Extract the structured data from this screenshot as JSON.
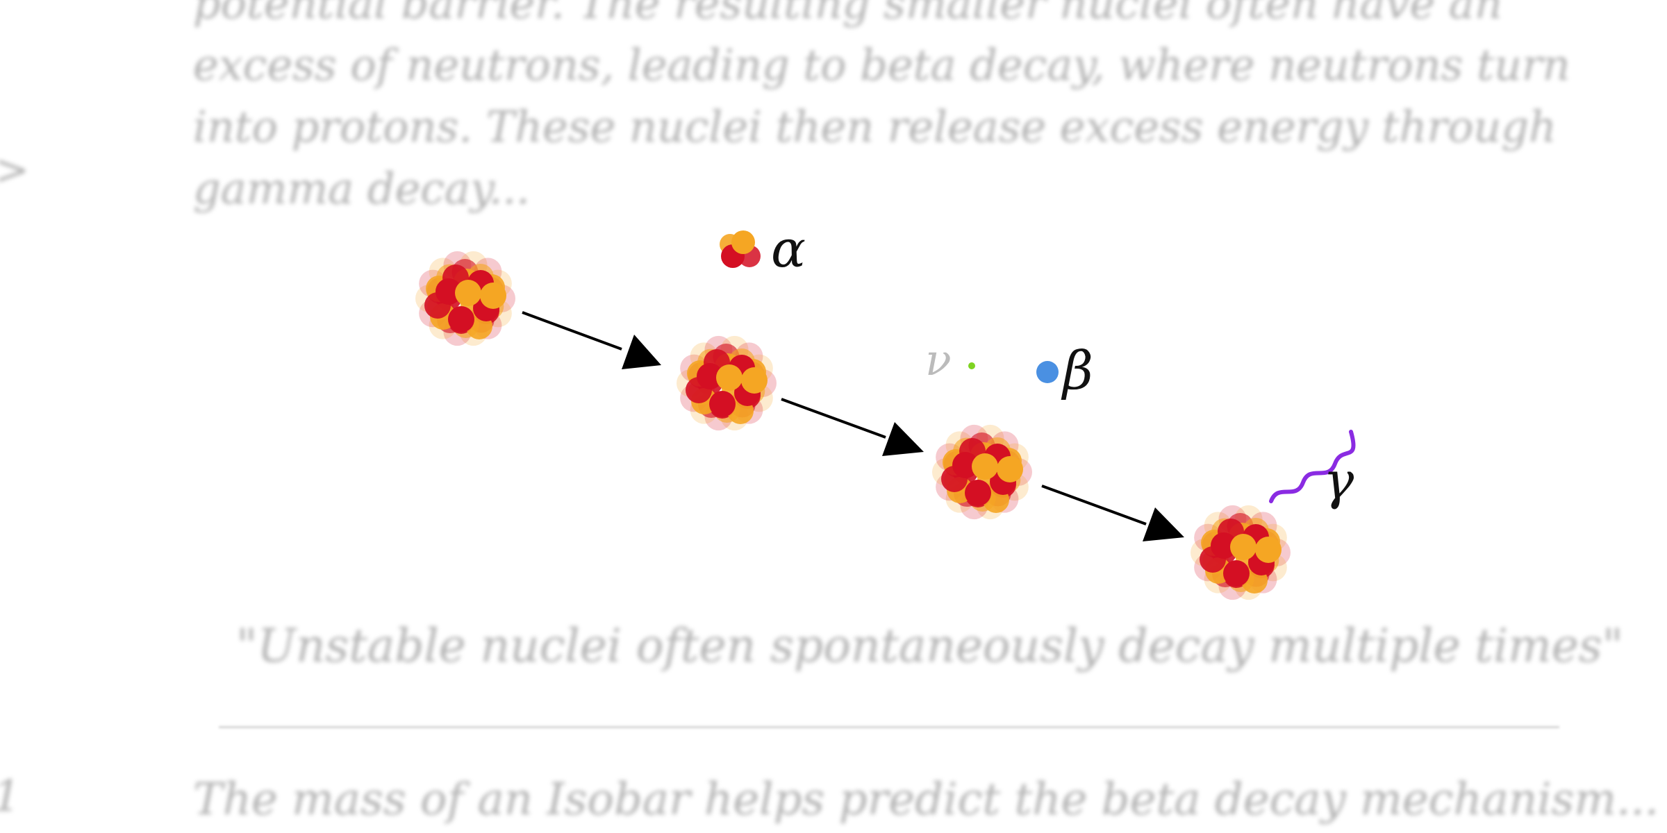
{
  "background_paragraph_lines": [
    "potential barrier.  The resulting smaller nuclei often have an",
    "excess of neutrons, leading to beta decay, where neutrons turn",
    "into protons.  These nuclei then release excess energy through",
    "gamma decay..."
  ],
  "caption": "\"Unstable nuclei often spontaneously decay multiple times\"",
  "bottom_paragraph": "The mass of an Isobar helps predict the beta decay mechanism...",
  "side_marks": [
    ">",
    "1"
  ],
  "labels": {
    "alpha": "α",
    "beta": "β",
    "neutrino": "ν",
    "gamma": "γ"
  },
  "colors": {
    "proton": "#d40f23",
    "neutron": "#f5a623",
    "beta_particle": "#4a90e2",
    "neutrino_dot": "#7ed321",
    "gamma_wave": "#8a2be2",
    "arrow": "#000000",
    "neutrino_label": "#bbbbbb"
  }
}
